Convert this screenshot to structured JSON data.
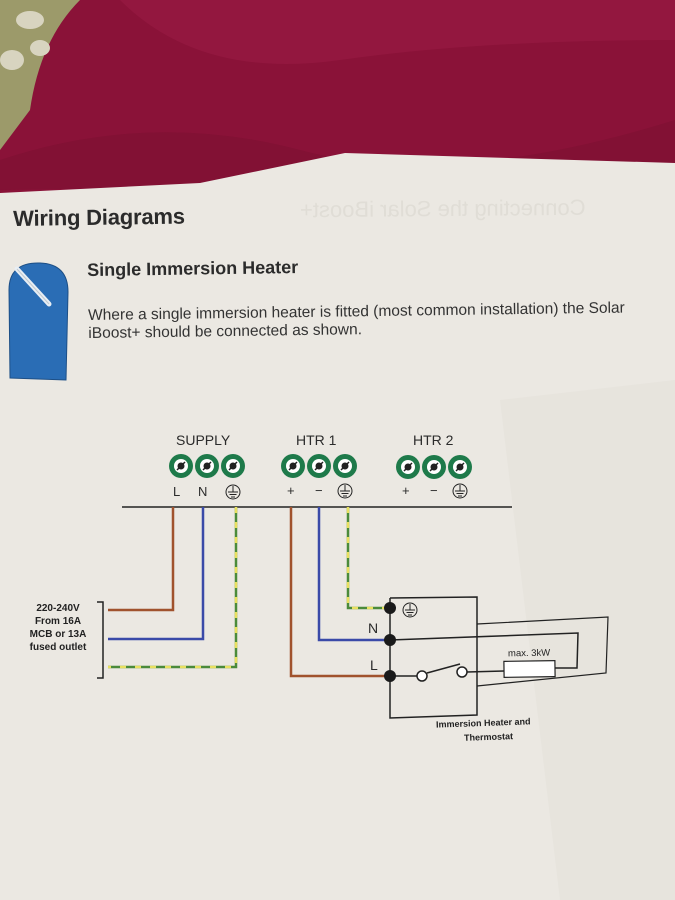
{
  "document": {
    "title": "Wiring Diagrams",
    "ghost_text": "Connecting the Solar iBoost+",
    "section": {
      "heading": "Single Immersion Heater",
      "description": "Where a single immersion heater is fitted (most common installation) the Solar iBoost+ should be connected as shown."
    }
  },
  "diagram": {
    "terminal_groups": [
      {
        "label": "SUPPLY",
        "terminals": [
          "L",
          "N",
          "earth"
        ]
      },
      {
        "label": "HTR 1",
        "terminals": [
          "+",
          "−",
          "earth"
        ]
      },
      {
        "label": "HTR 2",
        "terminals": [
          "+",
          "−",
          "earth"
        ]
      }
    ],
    "supply_note": [
      "220-240V",
      "From 16A",
      "MCB or 13A",
      "fused outlet"
    ],
    "heater_box": {
      "terminals": [
        "earth",
        "N",
        "L"
      ],
      "n_label": "N",
      "l_label": "L",
      "element_label": "max. 3kW",
      "caption_line1": "Immersion Heater and",
      "caption_line2": "Thermostat"
    },
    "colors": {
      "live": "#a0522d",
      "neutral": "#3a4aa8",
      "earth_green": "#4a8a3a",
      "earth_yellow": "#e8e060",
      "terminal_green": "#1e7a4a",
      "icon_blue": "#2a6db5",
      "paper": "#ebe8e2",
      "fabric": "#8a1238"
    }
  }
}
